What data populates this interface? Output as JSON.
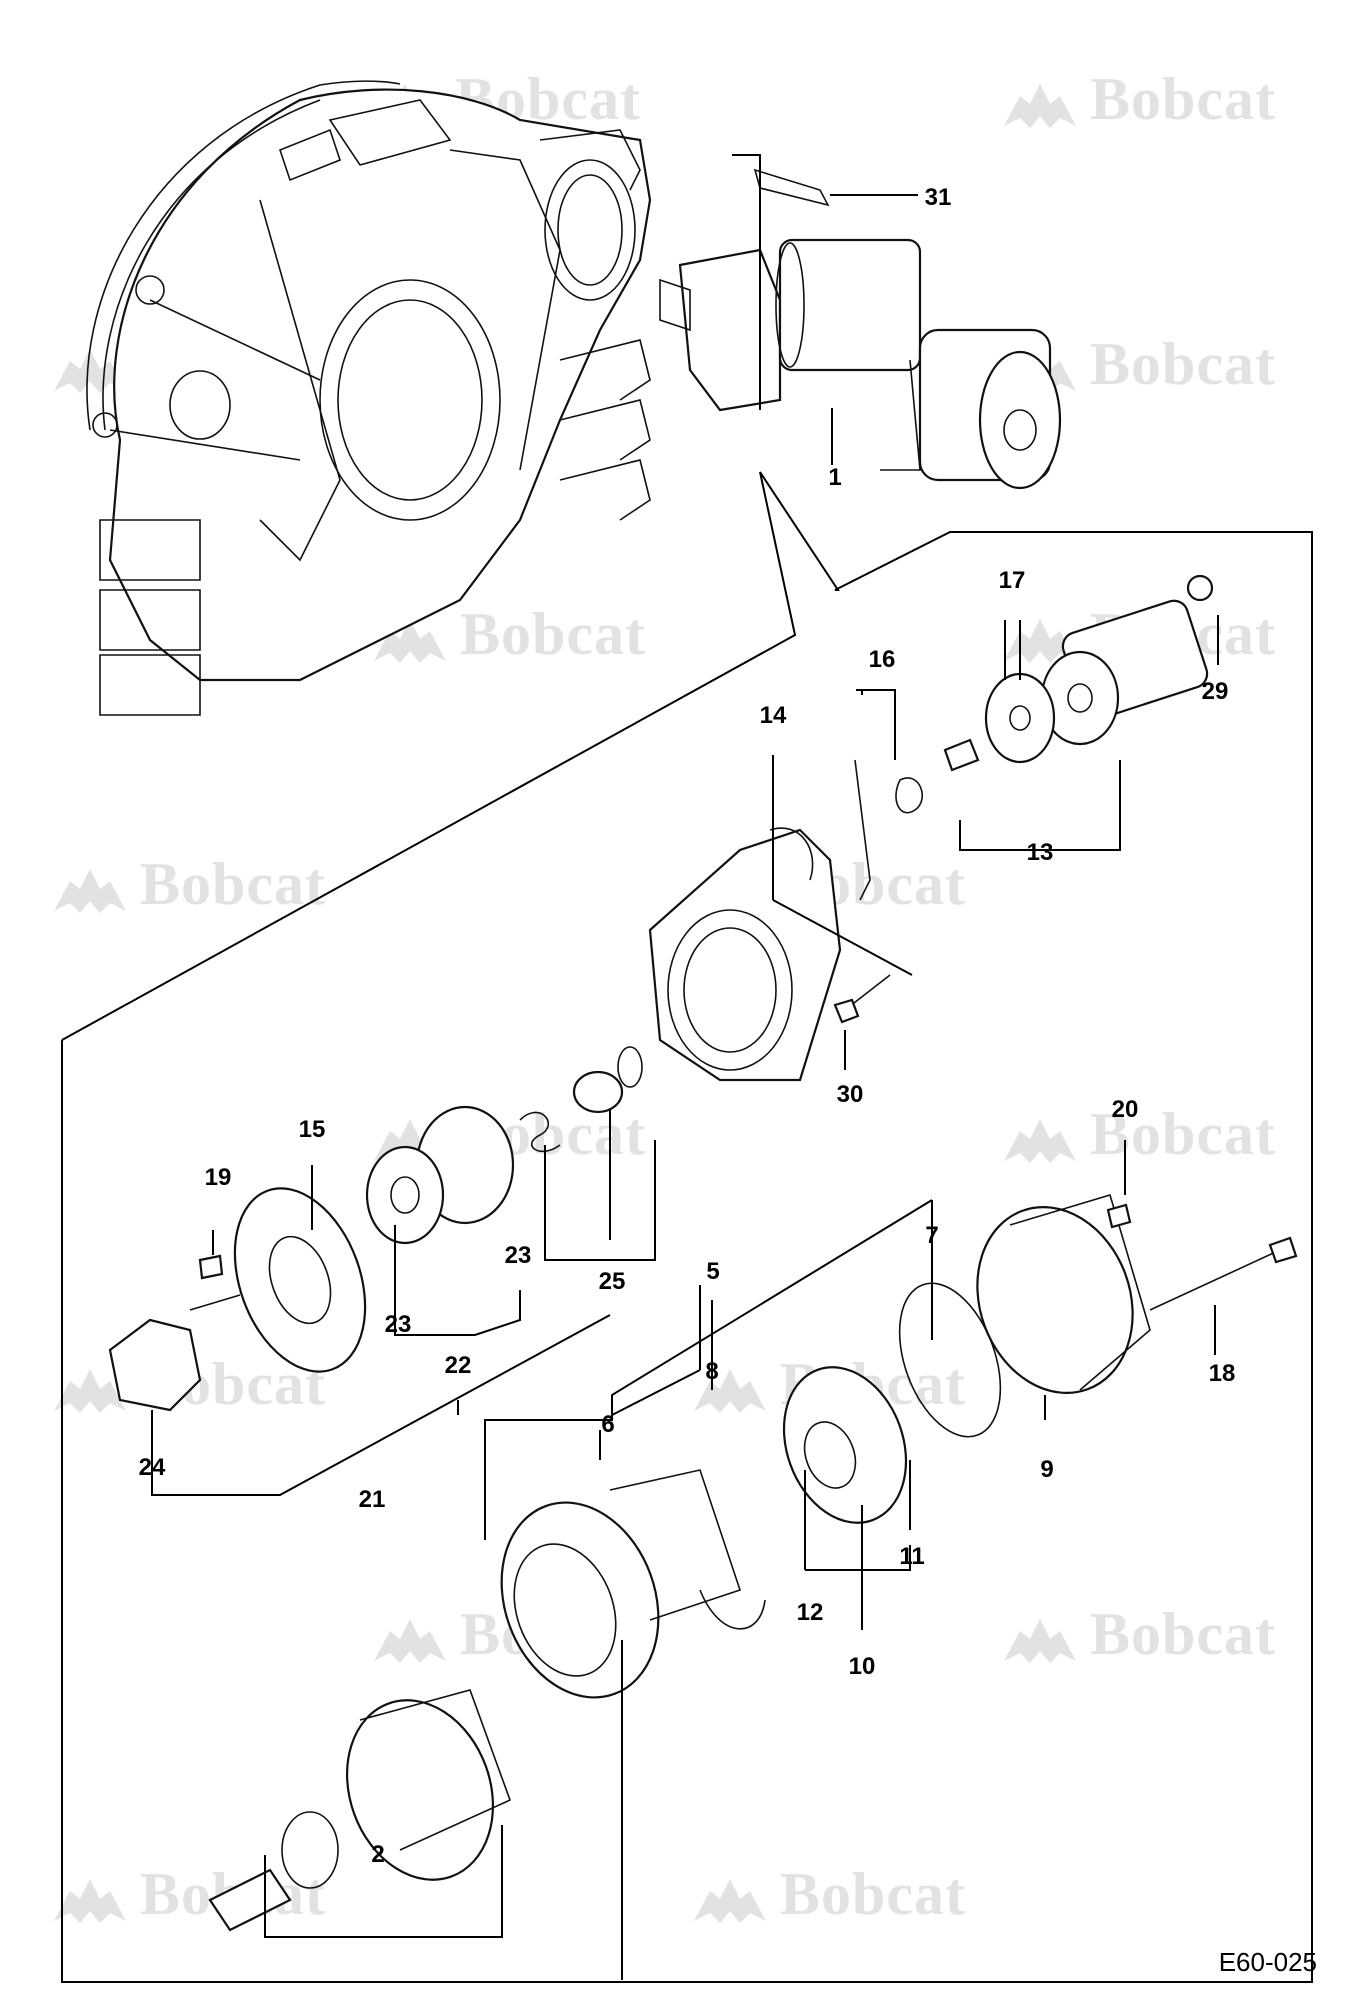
{
  "watermark": {
    "text": "Bobcat",
    "icon": "bobcat-logo-icon"
  },
  "figure_code": "E60-025",
  "callouts": [
    {
      "id": "c1",
      "label": "1"
    },
    {
      "id": "c2",
      "label": "2"
    },
    {
      "id": "c5",
      "label": "5"
    },
    {
      "id": "c6",
      "label": "6"
    },
    {
      "id": "c7",
      "label": "7"
    },
    {
      "id": "c8",
      "label": "8"
    },
    {
      "id": "c9",
      "label": "9"
    },
    {
      "id": "c10",
      "label": "10"
    },
    {
      "id": "c11",
      "label": "11"
    },
    {
      "id": "c12",
      "label": "12"
    },
    {
      "id": "c13",
      "label": "13"
    },
    {
      "id": "c14",
      "label": "14"
    },
    {
      "id": "c15",
      "label": "15"
    },
    {
      "id": "c16",
      "label": "16"
    },
    {
      "id": "c17",
      "label": "17"
    },
    {
      "id": "c18",
      "label": "18"
    },
    {
      "id": "c19",
      "label": "19"
    },
    {
      "id": "c20",
      "label": "20"
    },
    {
      "id": "c21",
      "label": "21"
    },
    {
      "id": "c22",
      "label": "22"
    },
    {
      "id": "c23a",
      "label": "23"
    },
    {
      "id": "c23b",
      "label": "23"
    },
    {
      "id": "c24",
      "label": "24"
    },
    {
      "id": "c25",
      "label": "25"
    },
    {
      "id": "c29",
      "label": "29"
    },
    {
      "id": "c30",
      "label": "30"
    },
    {
      "id": "c31",
      "label": "31"
    }
  ]
}
